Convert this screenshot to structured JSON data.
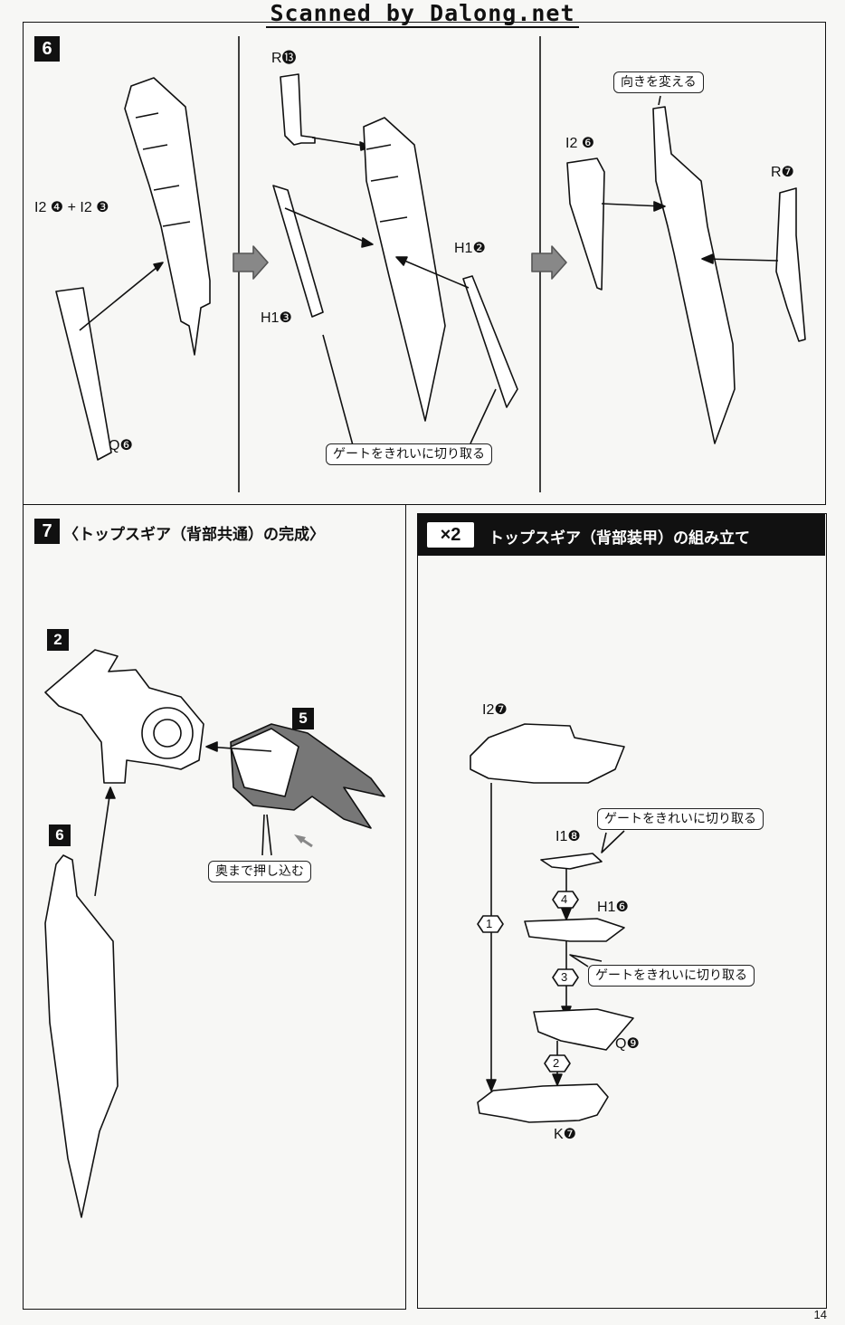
{
  "watermark": "Scanned by Dalong.net",
  "page_number": "14",
  "step6": {
    "number": "6",
    "parts": {
      "i2_4_i2_3": "I2 ❹ + I2 ❸",
      "q6": "Q❻",
      "r13": "R⓭",
      "h1_3": "H1❸",
      "h1_2": "H1❷",
      "i2_6": "I2 ❻",
      "r7": "R❼"
    },
    "callout_gate": "ゲートをきれいに切り取る",
    "callout_turn": "向きを変える"
  },
  "step7": {
    "number": "7",
    "title": "〈トップスギア（背部共通）の完成〉",
    "sub2": "2",
    "sub5": "5",
    "sub6": "6",
    "callout_push": "奥まで押し込む"
  },
  "stepx2": {
    "badge": "×2",
    "title": "トップスギア（背部装甲）の組み立て",
    "parts": {
      "i2_7": "I2❼",
      "i1_8": "I1❽",
      "h1_6": "H1❻",
      "q9": "Q❾",
      "k7": "K❼"
    },
    "order": [
      "1",
      "2",
      "3",
      "4"
    ],
    "callout_gate_1": "ゲートをきれいに切り取る",
    "callout_gate_2": "ゲートをきれいに切り取る"
  }
}
